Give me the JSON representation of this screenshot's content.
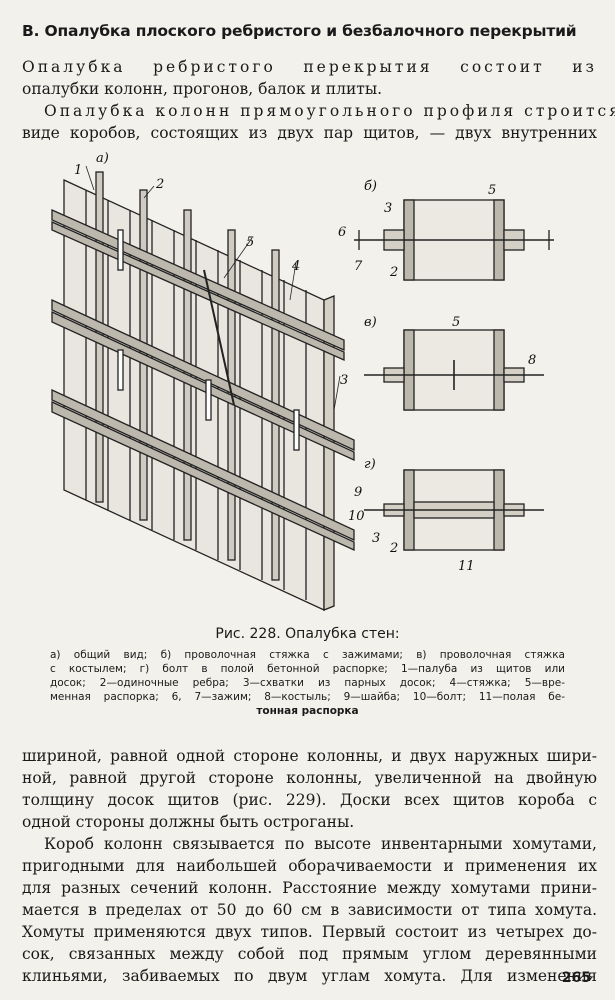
{
  "section_title": "В. Опалубка плоского ребристого и безбалочного перекрытий",
  "intro": {
    "lines": [
      "Опалубка ребристого перекрытия состоит из",
      "опалубки колонн, прогонов, балок и плиты.",
      "Опалубка колонн прямоугольного профиля строится в",
      "виде коробов, состоящих из двух пар щитов, — двух внутренних"
    ]
  },
  "figure": {
    "title": "Рис. 228. Опалубка стен:",
    "panel_labels": [
      "а)",
      "б)",
      "в)",
      "г)"
    ],
    "callouts": [
      "1",
      "2",
      "3",
      "4",
      "5",
      "6",
      "7",
      "8",
      "9",
      "10",
      "11"
    ],
    "caption_lines": [
      "а) общий вид; б) проволочная стяжка с зажимами; в) проволочная стяжка",
      "с костылем; г) болт в полой бетонной распорке; 1—палуба из щитов или",
      "досок; 2—одиночные ребра; 3—схватки из парных досок; 4—стяжка; 5—вре-",
      "менная распорка; 6, 7—зажим; 8—костыль; 9—шайба; 10—болт; 11—полая бе-",
      "тонная распорка"
    ]
  },
  "body": {
    "lines": [
      "шириной, равной одной стороне колонны, и двух наружных шири-",
      "ной, равной другой стороне колонны, увеличенной на двойную",
      "толщину досок щитов (рис. 229). Доски всех щитов короба с",
      "одной стороны должны быть остроганы.",
      "Короб колонн связывается по высоте инвентарными хомутами,",
      "пригодными для наибольшей оборачиваемости и применения их",
      "для разных сечений колонн. Расстояние между хомутами прини-",
      "мается в пределах от 50 до 60 см в зависимости от типа хомута.",
      "Хомуты применяются двух типов. Первый состоит из четырех до-",
      "сок, связанных между собой под прямым углом деревянными",
      "клиньями, забиваемых по двум углам хомута. Для изменения"
    ]
  },
  "page_number": "265"
}
